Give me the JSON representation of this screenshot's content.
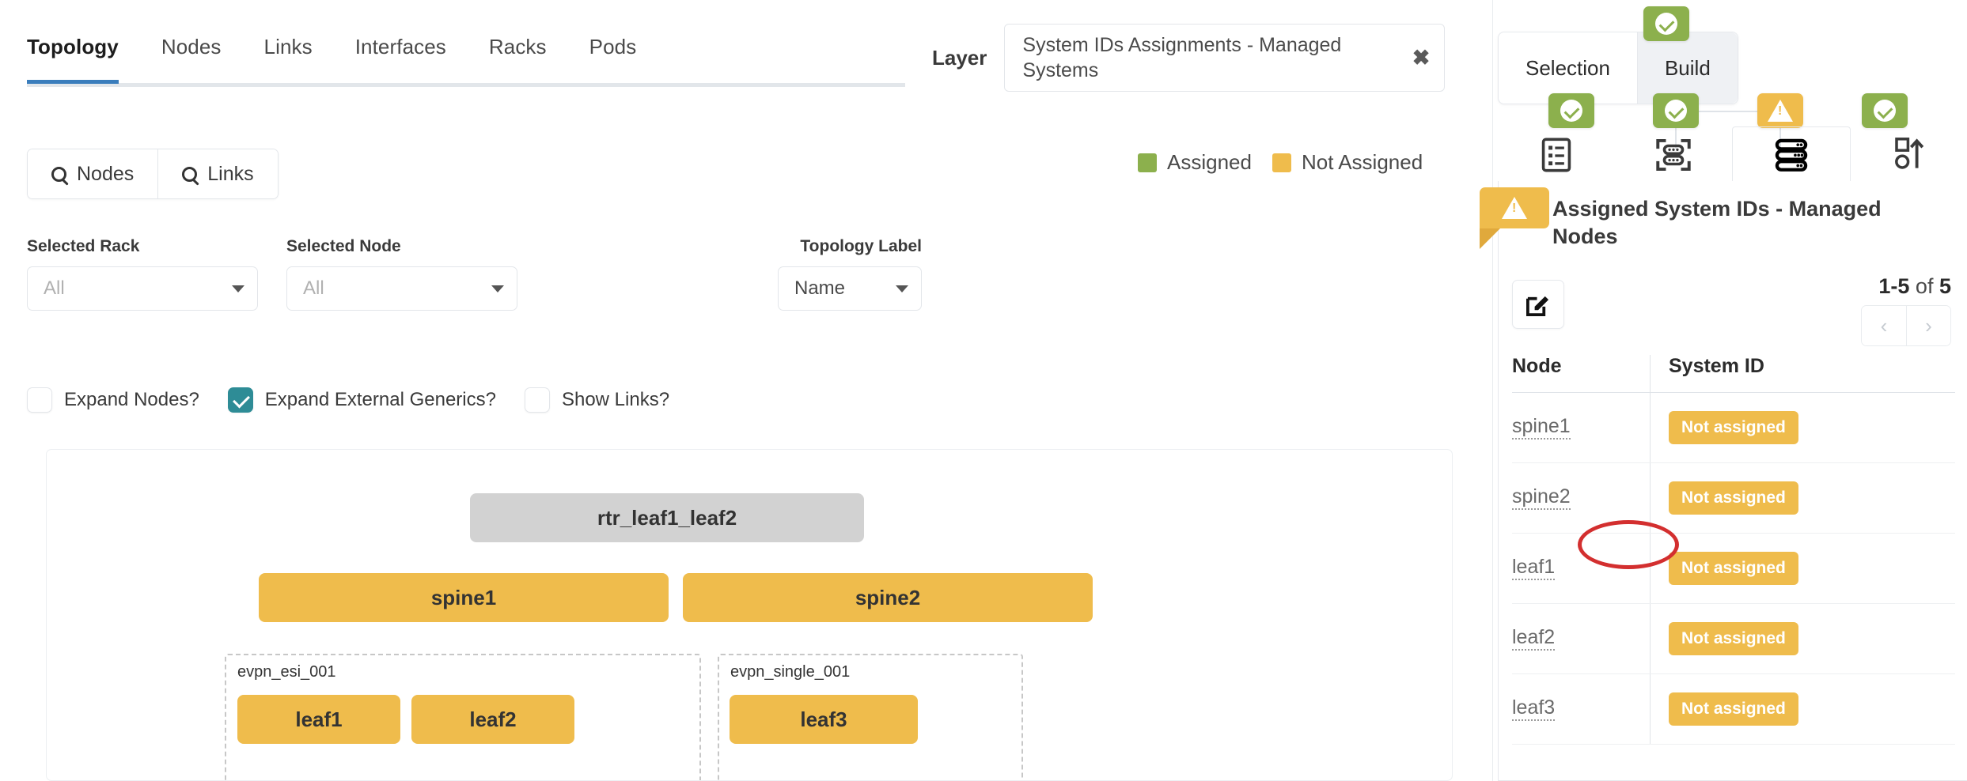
{
  "tabs": [
    {
      "label": "Topology",
      "active": true
    },
    {
      "label": "Nodes",
      "active": false
    },
    {
      "label": "Links",
      "active": false
    },
    {
      "label": "Interfaces",
      "active": false
    },
    {
      "label": "Racks",
      "active": false
    },
    {
      "label": "Pods",
      "active": false
    }
  ],
  "layer": {
    "label": "Layer",
    "value": "System IDs Assignments - Managed Systems",
    "clear_glyph": "✖"
  },
  "search_buttons": [
    {
      "label": "Nodes",
      "icon": "search-icon"
    },
    {
      "label": "Links",
      "icon": "search-icon"
    }
  ],
  "legend": [
    {
      "label": "Assigned",
      "color": "#8cb04d"
    },
    {
      "label": "Not Assigned",
      "color": "#efbc4c"
    }
  ],
  "filters": [
    {
      "label": "Selected Rack",
      "value": "All",
      "name": "selected-rack"
    },
    {
      "label": "Selected Node",
      "value": "All",
      "name": "selected-node"
    }
  ],
  "topology_label": {
    "label": "Topology Label",
    "value": "Name"
  },
  "checkboxes": [
    {
      "label": "Expand Nodes?",
      "checked": false
    },
    {
      "label": "Expand External Generics?",
      "checked": true
    },
    {
      "label": "Show Links?",
      "checked": false
    }
  ],
  "topology": {
    "router": {
      "label": "rtr_leaf1_leaf2",
      "color": "#d2d2d2"
    },
    "spines": [
      {
        "label": "spine1",
        "color": "#efbc4c"
      },
      {
        "label": "spine2",
        "color": "#efbc4c"
      }
    ],
    "groups": [
      {
        "label": "evpn_esi_001",
        "nodes": [
          {
            "label": "leaf1"
          },
          {
            "label": "leaf2"
          }
        ]
      },
      {
        "label": "evpn_single_001",
        "nodes": [
          {
            "label": "leaf3"
          }
        ]
      }
    ]
  },
  "right_panel": {
    "seg_tabs": [
      {
        "label": "Selection",
        "active": false
      },
      {
        "label": "Build",
        "active": true
      }
    ],
    "seg_badge_status": "ok",
    "icon_tabs": [
      {
        "icon": "checklist-icon",
        "status": "ok",
        "active": false
      },
      {
        "icon": "device-scan-icon",
        "status": "ok",
        "active": false
      },
      {
        "icon": "rack-servers-icon",
        "status": "warning",
        "active": true
      },
      {
        "icon": "cabling-map-icon",
        "status": "ok",
        "active": false
      }
    ],
    "panel_title": "Assigned System IDs - Managed Nodes",
    "panel_status": "warning",
    "edit_button": {
      "icon": "edit-pencil-icon"
    },
    "pager": {
      "range": "1-5",
      "of": "of",
      "total": "5",
      "prev": "‹",
      "next": "›"
    },
    "table": {
      "columns": [
        "Node",
        "System ID"
      ],
      "rows": [
        {
          "node": "spine1",
          "system_id": "Not assigned",
          "highlighted": true
        },
        {
          "node": "spine2",
          "system_id": "Not assigned",
          "highlighted": false
        },
        {
          "node": "leaf1",
          "system_id": "Not assigned",
          "highlighted": false
        },
        {
          "node": "leaf2",
          "system_id": "Not assigned",
          "highlighted": false
        },
        {
          "node": "leaf3",
          "system_id": "Not assigned",
          "highlighted": false
        }
      ]
    }
  },
  "colors": {
    "assigned_green": "#8cb04d",
    "not_assigned_amber": "#efbc4c",
    "accent_blue": "#3a7dbc",
    "checkbox_teal": "#2e8c96",
    "annotation_red": "#d32f2f"
  }
}
